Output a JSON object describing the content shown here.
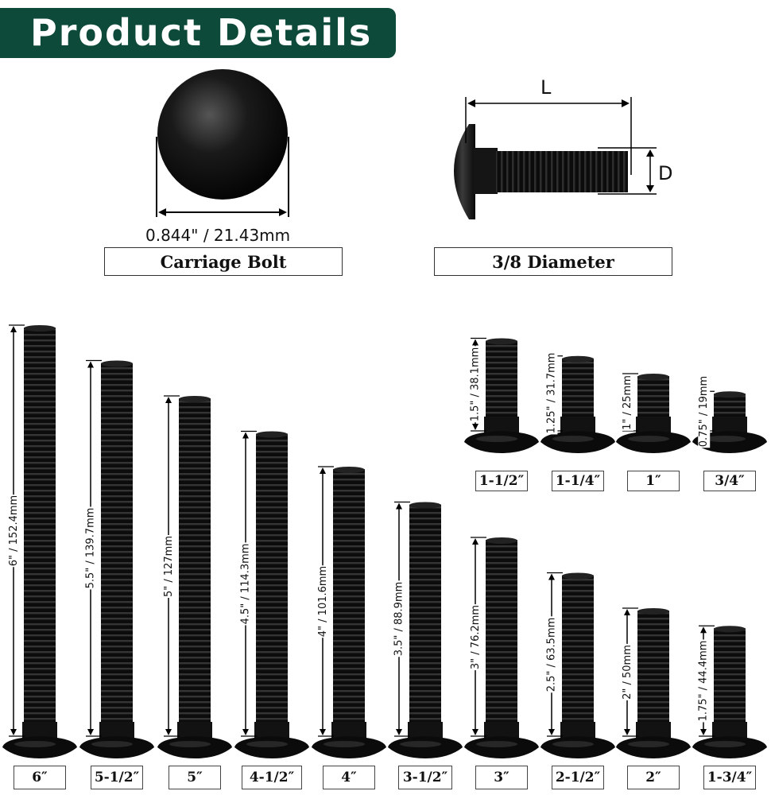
{
  "header": {
    "title": "Product Details"
  },
  "head_view": {
    "measurement": "0.844\" / 21.43mm",
    "label": "Carriage Bolt"
  },
  "side_view": {
    "length_symbol": "L",
    "diameter_symbol": "D",
    "label": "3/8 Diameter"
  },
  "bolts": [
    {
      "size": "6″",
      "length": "6\" / 152.4mm",
      "inches": 6
    },
    {
      "size": "5-1/2″",
      "length": "5.5\" / 139.7mm",
      "inches": 5.5
    },
    {
      "size": "5″",
      "length": "5\" / 127mm",
      "inches": 5
    },
    {
      "size": "4-1/2″",
      "length": "4.5\" / 114.3mm",
      "inches": 4.5
    },
    {
      "size": "4″",
      "length": "4\" / 101.6mm",
      "inches": 4
    },
    {
      "size": "3-1/2″",
      "length": "3.5\" / 88.9mm",
      "inches": 3.5
    },
    {
      "size": "3″",
      "length": "3\" / 76.2mm",
      "inches": 3
    },
    {
      "size": "2-1/2″",
      "length": "2.5\" / 63.5mm",
      "inches": 2.5
    },
    {
      "size": "2″",
      "length": "2\" / 50mm",
      "inches": 2
    },
    {
      "size": "1-3/4″",
      "length": "1.75\" / 44.4mm",
      "inches": 1.75
    },
    {
      "size": "1-1/2″",
      "length": "1.5\" / 38.1mm",
      "inches": 1.5
    },
    {
      "size": "1-1/4″",
      "length": "1.25\" / 31.7mm",
      "inches": 1.25
    },
    {
      "size": "1″",
      "length": "1\" / 25mm",
      "inches": 1
    },
    {
      "size": "3/4″",
      "length": "0.75\" / 19mm",
      "inches": 0.75
    }
  ]
}
